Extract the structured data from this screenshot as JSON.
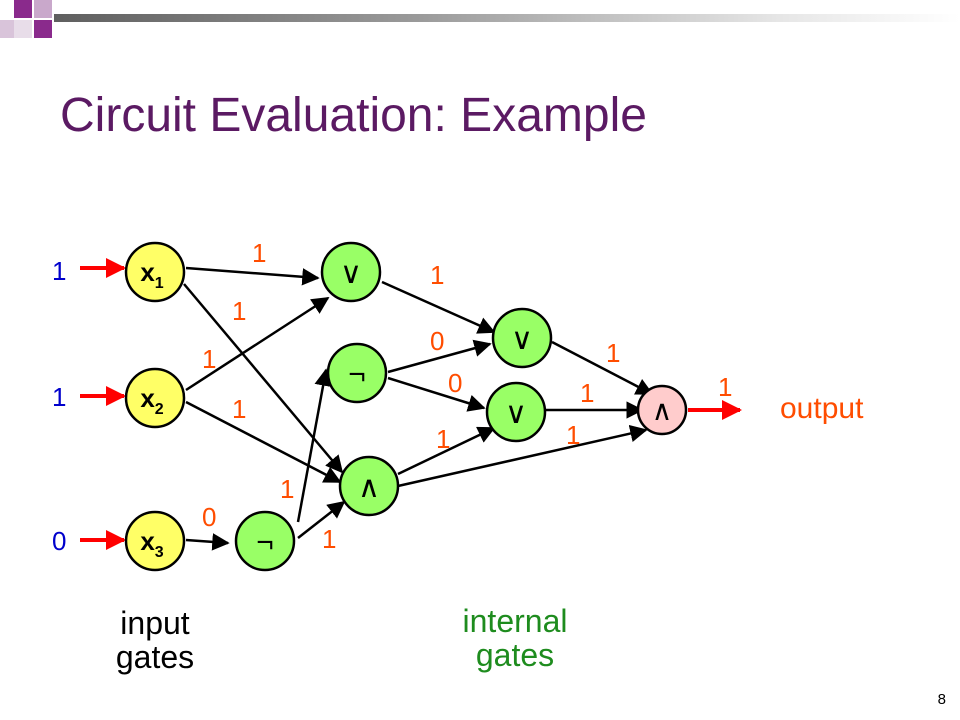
{
  "title": "Circuit Evaluation: Example",
  "page_number": "8",
  "colors": {
    "title": "#5b1a63",
    "gate_fill": "#99ff66",
    "input_gate_fill": "#ffff66",
    "output_gate_fill": "#ffcccc",
    "wire_value": "#ff4d00",
    "input_value": "#0000cc",
    "input_arrow": "#ff0000",
    "internal_caption": "#1e8c1e"
  },
  "inputs": [
    {
      "name": "x",
      "sub": "1",
      "value": "1"
    },
    {
      "name": "x",
      "sub": "2",
      "value": "1"
    },
    {
      "name": "x",
      "sub": "3",
      "value": "0"
    }
  ],
  "gates": {
    "or_top": "∨",
    "not_mid": "¬",
    "not_bottom": "¬",
    "and_mid": "∧",
    "or_upper_right": "∨",
    "or_lower_right": "∨",
    "and_output": "∧"
  },
  "wire_values": {
    "x1_to_or_top": "1",
    "x1_to_and_mid": "1",
    "x2_to_or_top": "1",
    "x2_to_and_mid": "1",
    "x3_to_not_bottom": "0",
    "not_bottom_to_not_mid": "1",
    "not_bottom_to_and_mid": "1",
    "or_top_to_or_upper_right": "1",
    "not_mid_to_or_upper_right": "0",
    "not_mid_to_or_lower_right": "0",
    "and_mid_to_or_lower_right": "1",
    "or_upper_right_to_and_output": "1",
    "or_lower_right_to_and_output": "1",
    "and_mid_to_and_output": "1",
    "output_value": "1"
  },
  "labels": {
    "output": "output",
    "input_gates": [
      "input",
      "gates"
    ],
    "internal_gates": [
      "internal",
      "gates"
    ]
  }
}
